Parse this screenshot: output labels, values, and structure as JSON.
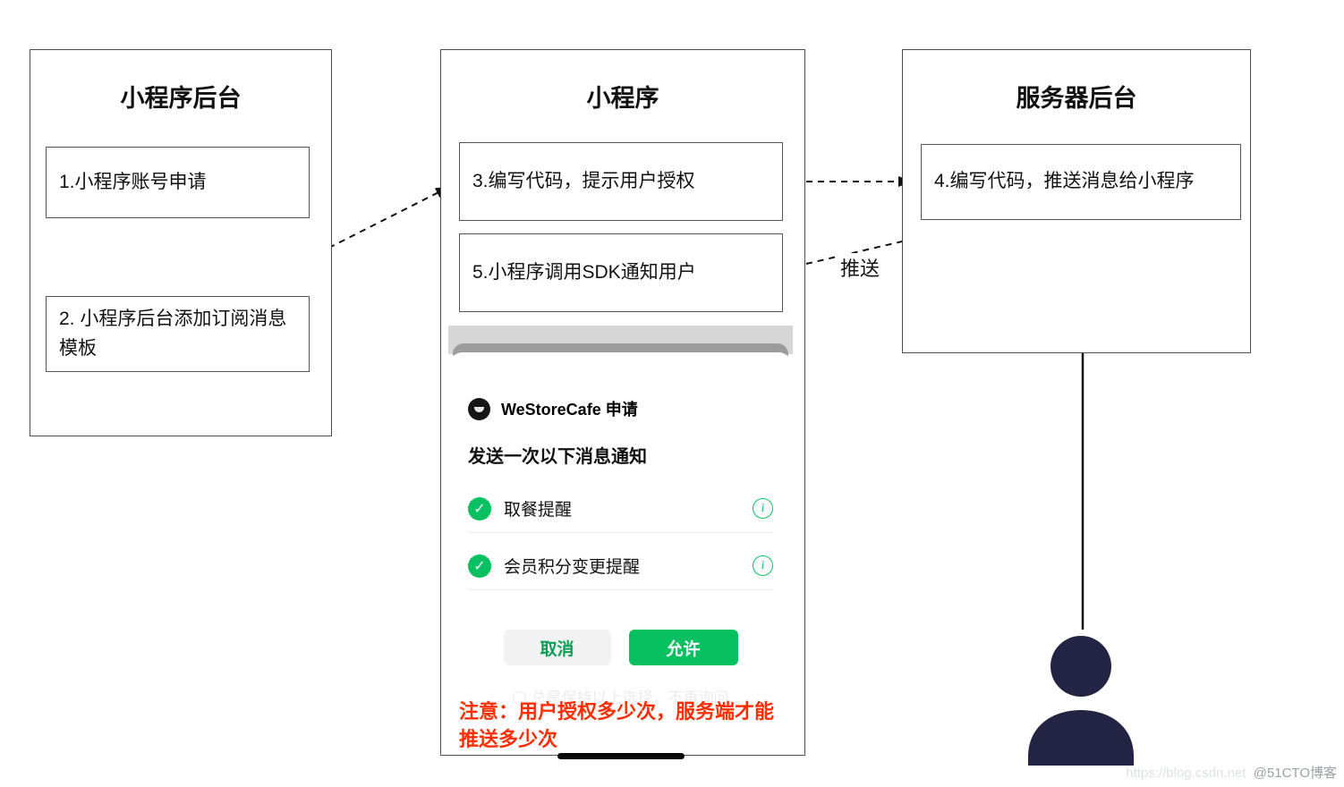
{
  "panels": {
    "mini_backend": {
      "title": "小程序后台",
      "step1": "1.小程序账号申请",
      "step2": "2. 小程序后台添加订阅消息模板"
    },
    "mini_program": {
      "title": "小程序",
      "step3": "3.编写代码，提示用户授权",
      "step5": "5.小程序调用SDK通知用户"
    },
    "server_backend": {
      "title": "服务器后台",
      "step4": "4.编写代码，推送消息给小程序"
    }
  },
  "arrows": {
    "push_label": "推送"
  },
  "phone": {
    "app_name": "WeStoreCafe 申请",
    "subtitle": "发送一次以下消息通知",
    "items": [
      {
        "label": "取餐提醒"
      },
      {
        "label": "会员积分变更提醒"
      }
    ],
    "check_glyph": "✓",
    "info_glyph": "i",
    "cancel_button": "取消",
    "allow_button": "允许",
    "remember_option": "总是保持以上选择，不再询问",
    "note": "注意：用户授权多少次，服务端才能推送多少次"
  },
  "colors": {
    "wechat_green": "#07c160",
    "note_red": "#ff2d00",
    "person_dark": "#232343"
  },
  "watermark": {
    "url": "https://blog.csdn.net",
    "handle": "@51CTO博客"
  }
}
